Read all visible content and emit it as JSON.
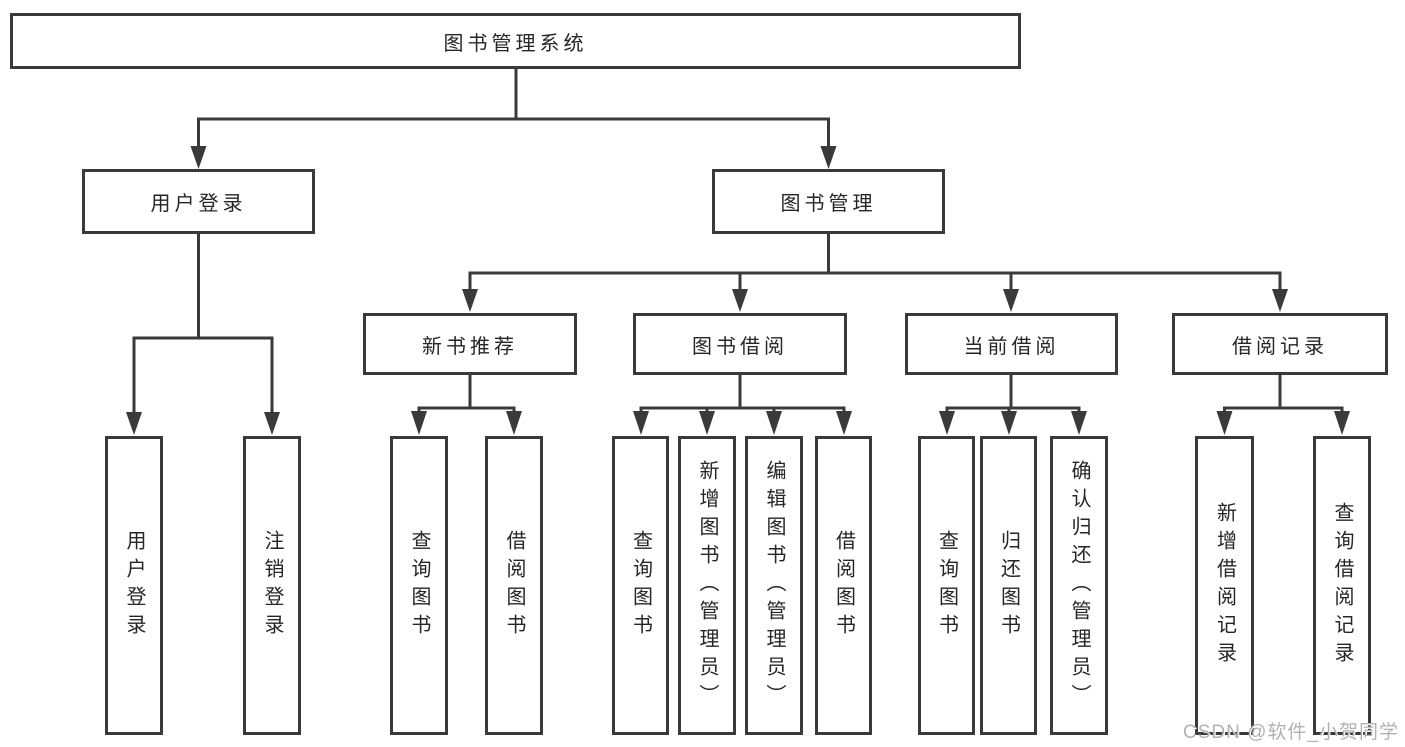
{
  "diagram": {
    "type": "tree",
    "tree": {
      "root": {
        "label": "图书管理系统"
      },
      "level2": [
        {
          "label": "用户登录",
          "children": [
            {
              "label": "用户登录"
            },
            {
              "label": "注销登录"
            }
          ]
        },
        {
          "label": "图书管理",
          "children": [
            {
              "label": "新书推荐",
              "children": [
                {
                  "label": "查询图书"
                },
                {
                  "label": "借阅图书"
                }
              ]
            },
            {
              "label": "图书借阅",
              "children": [
                {
                  "label": "查询图书"
                },
                {
                  "label": "新增图书（管理员）"
                },
                {
                  "label": "编辑图书（管理员）"
                },
                {
                  "label": "借阅图书"
                }
              ]
            },
            {
              "label": "当前借阅",
              "children": [
                {
                  "label": "查询图书"
                },
                {
                  "label": "归还图书"
                },
                {
                  "label": "确认归还（管理员）"
                }
              ]
            },
            {
              "label": "借阅记录",
              "children": [
                {
                  "label": "新增借阅记录"
                },
                {
                  "label": "查询借阅记录"
                }
              ]
            }
          ]
        }
      ]
    },
    "colors": {
      "line": "#3a3a3a",
      "box_border": "#3a3a3a",
      "box_fill": "#ffffff",
      "text": "#262626",
      "watermark": "#b2b2b2"
    }
  },
  "watermark": {
    "text": "CSDN @软件_小贺同学"
  }
}
